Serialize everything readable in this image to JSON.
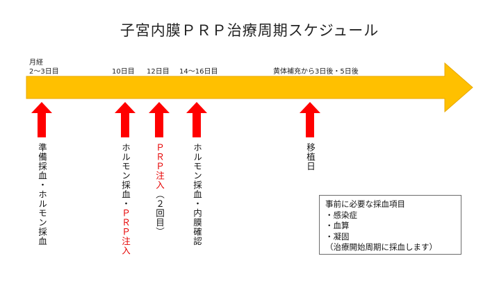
{
  "title": "子宮内膜ＰＲＰ治療周期スケジュール",
  "colors": {
    "arrow_fill": "#ffc000",
    "arrow_stroke": "#e8a800",
    "marker": "#ff0000",
    "accent_text": "#e60000"
  },
  "timeline": {
    "labels": {
      "m1_line1": "月経",
      "m1_line2": "2～3日目",
      "m2": "10日目",
      "m3": "12日目",
      "m4": "14～16日目",
      "m5": "黄体補充から3日後・5日後"
    },
    "steps": {
      "s1": "準備採血・ホルモン採血",
      "s2_part1": "ホルモン採血・",
      "s2_part2": "ＰＲＰ注入",
      "s3_part1": "ＰＲＰ注入",
      "s3_part2": "（２回目）",
      "s4": "ホルモン採血・内膜確認",
      "s5": "移植日"
    }
  },
  "note": {
    "heading": "事前に必要な採血項目",
    "item1": "・感染症",
    "item2": "・血算",
    "item3": "・凝固",
    "item4": "（治療開始周期に採血します）"
  }
}
